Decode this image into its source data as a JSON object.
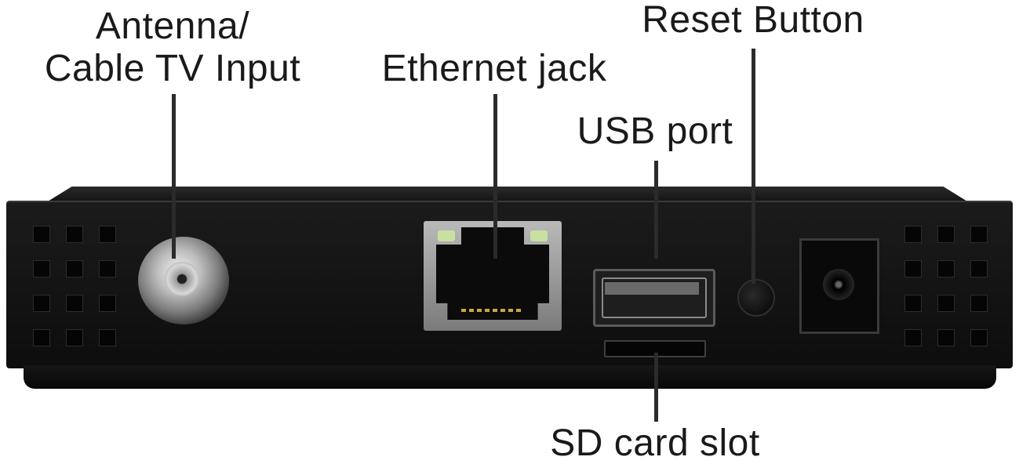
{
  "labels": {
    "antenna_line1": "Antenna/",
    "antenna_line2": "Cable TV Input",
    "ethernet": "Ethernet jack",
    "usb": "USB port",
    "reset": "Reset Button",
    "sd_card": "SD card slot"
  },
  "colors": {
    "label_text": "#1a1a1a",
    "device_body": "#141414",
    "led_green": "#c8e0a0"
  }
}
